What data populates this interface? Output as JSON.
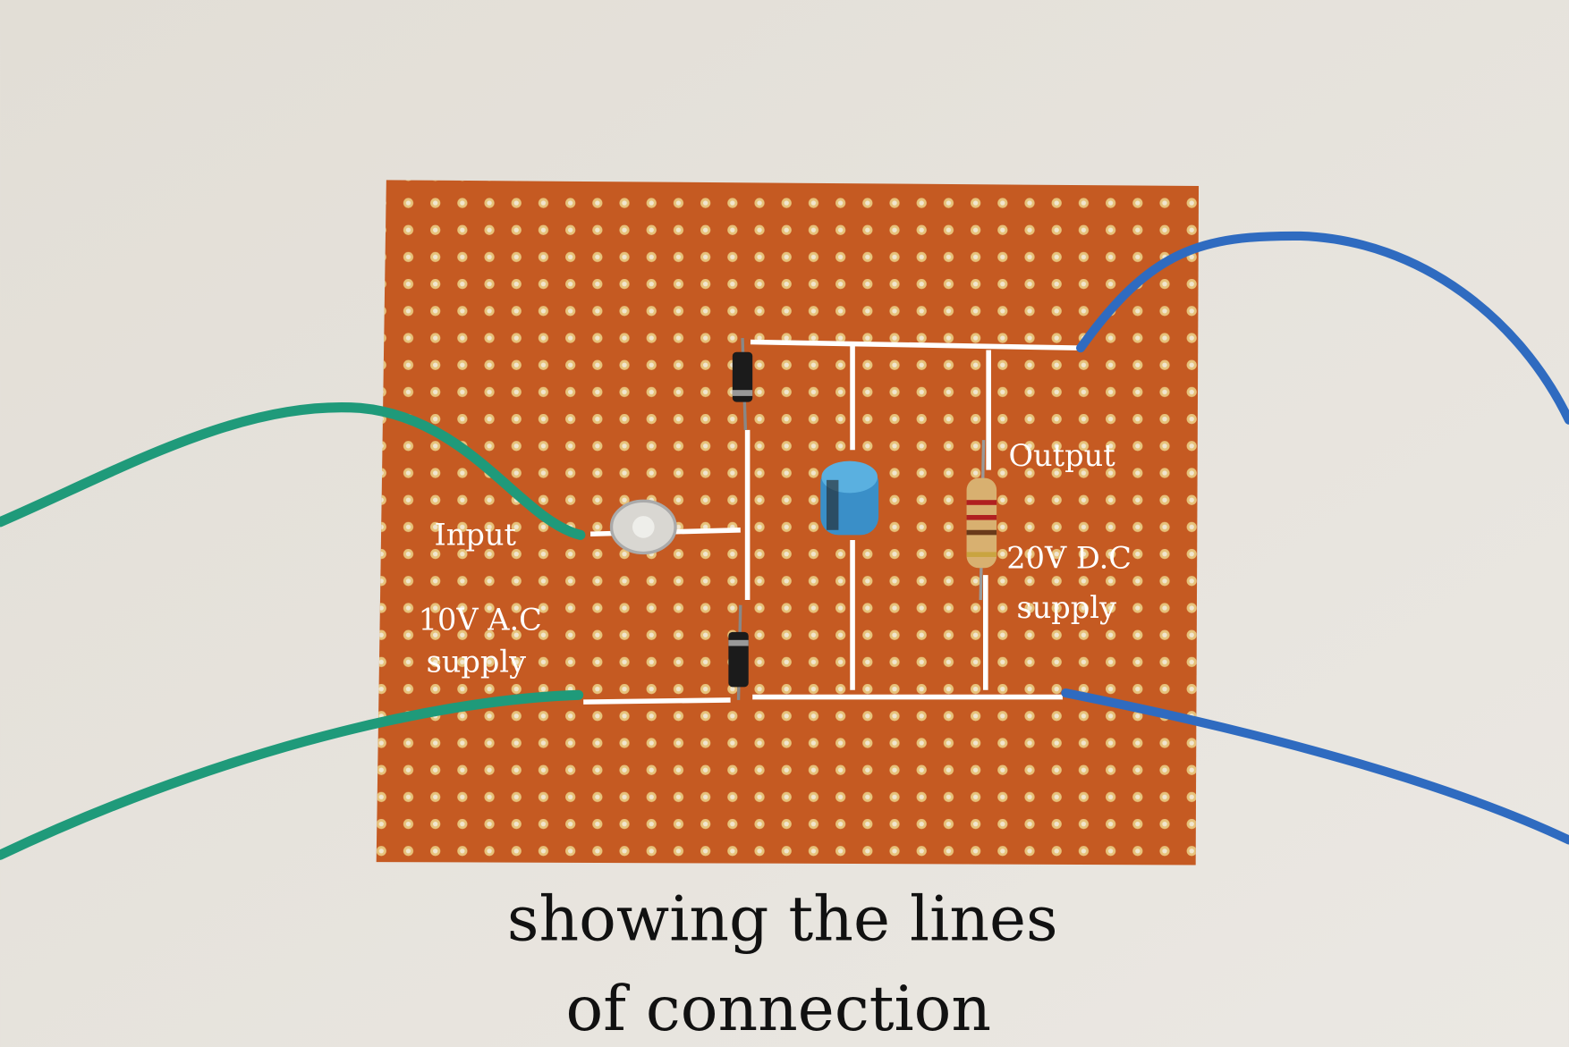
{
  "labels": {
    "input": "Input",
    "ac_line1": "10V A.C",
    "ac_line2": "supply",
    "output": "Output",
    "dc_line1": "20V D.C",
    "dc_line2": "supply"
  },
  "caption": {
    "line1": "showing the lines",
    "line2": "of connection"
  },
  "colors": {
    "board": "#c8581e",
    "green_wire": "#1f9a7a",
    "blue_wire": "#2f6bc0",
    "connection_lines": "#ffffff"
  }
}
